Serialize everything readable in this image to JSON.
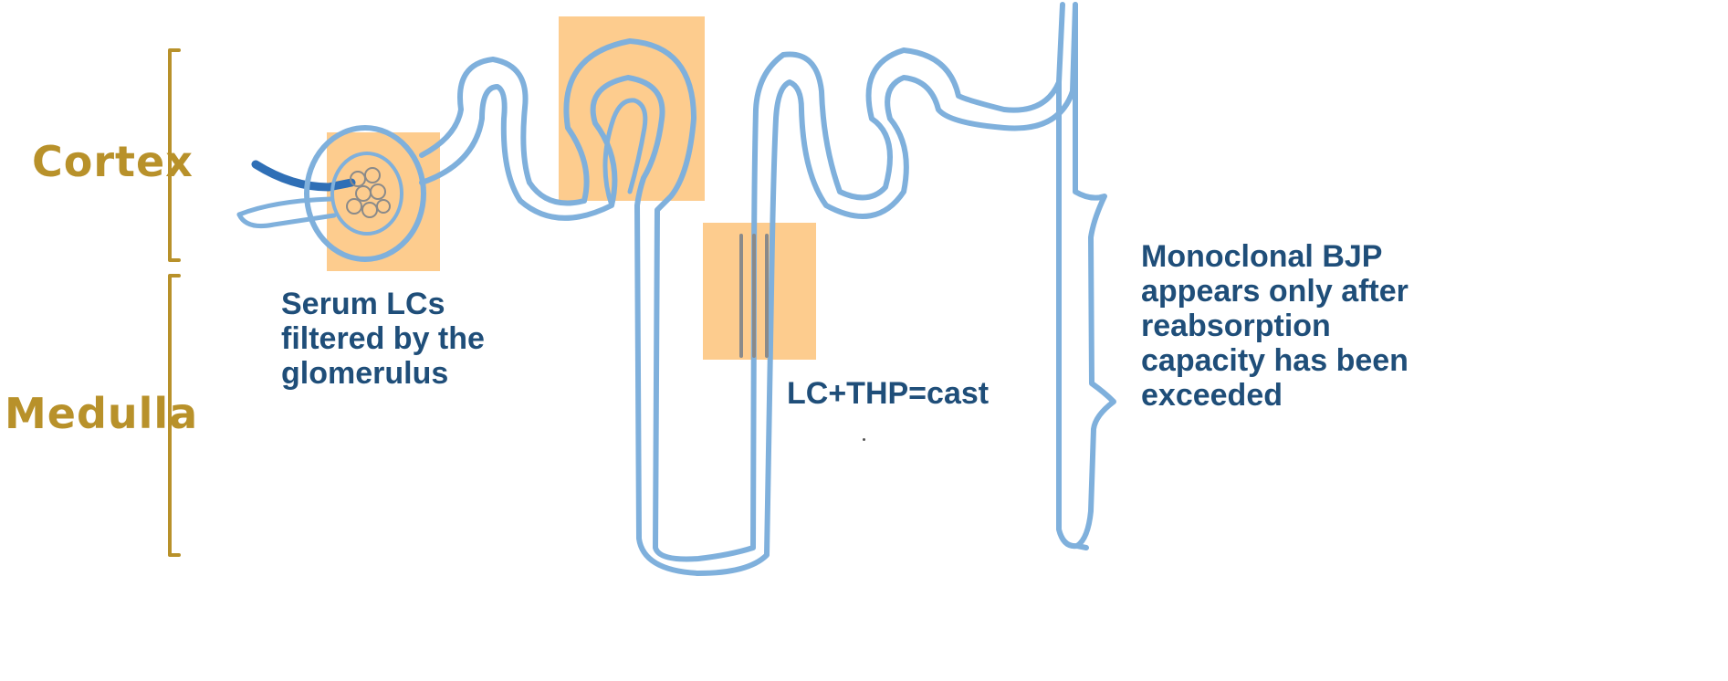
{
  "diagram": {
    "cortex_label": "Cortex",
    "medulla_label": "Medulla",
    "glomerulus_note": "Serum LCs\nfiltered by the\nglomerulus",
    "cast_note": "LC+THP=cast",
    "bjp_note": "Monoclonal BJP\nappears only after\nreabsorption\ncapacity has been\nexceeded",
    "tubule_color": "#7fb0dc",
    "afferent_color": "#2f6fb6",
    "highlight_color": "#fcbe6e",
    "region_label_color": "#b8912a",
    "note_color": "#1f4e79"
  }
}
